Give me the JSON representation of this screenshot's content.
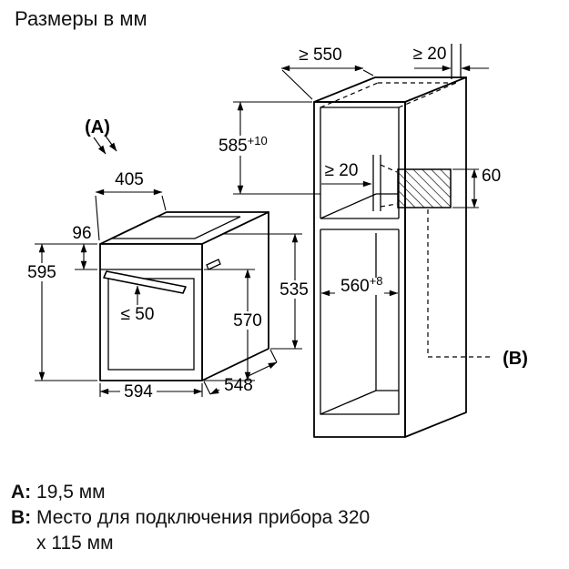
{
  "title": "Размеры в мм",
  "oven": {
    "label_a": "(A)",
    "dims": {
      "top_depth": "405",
      "panel_height": "96",
      "height": "595",
      "handle_clearance": "≤ 50",
      "width": "594",
      "depth": "548",
      "front_height": "570",
      "body_height": "535"
    }
  },
  "cabinet": {
    "label_b": "(B)",
    "dims": {
      "depth_min": "≥ 550",
      "top_wall_gap": "≥ 20",
      "niche_height": {
        "base": "585",
        "sup": "+10"
      },
      "back_gap": "≥ 20",
      "connection_depth": "60",
      "niche_width": {
        "base": "560",
        "sup": "+8"
      }
    }
  },
  "notes": {
    "a_key": "A:",
    "a_text": "19,5 мм",
    "b_key": "B:",
    "b_line1": "Место для подключения прибора 320",
    "b_line2": "x 115 мм"
  }
}
